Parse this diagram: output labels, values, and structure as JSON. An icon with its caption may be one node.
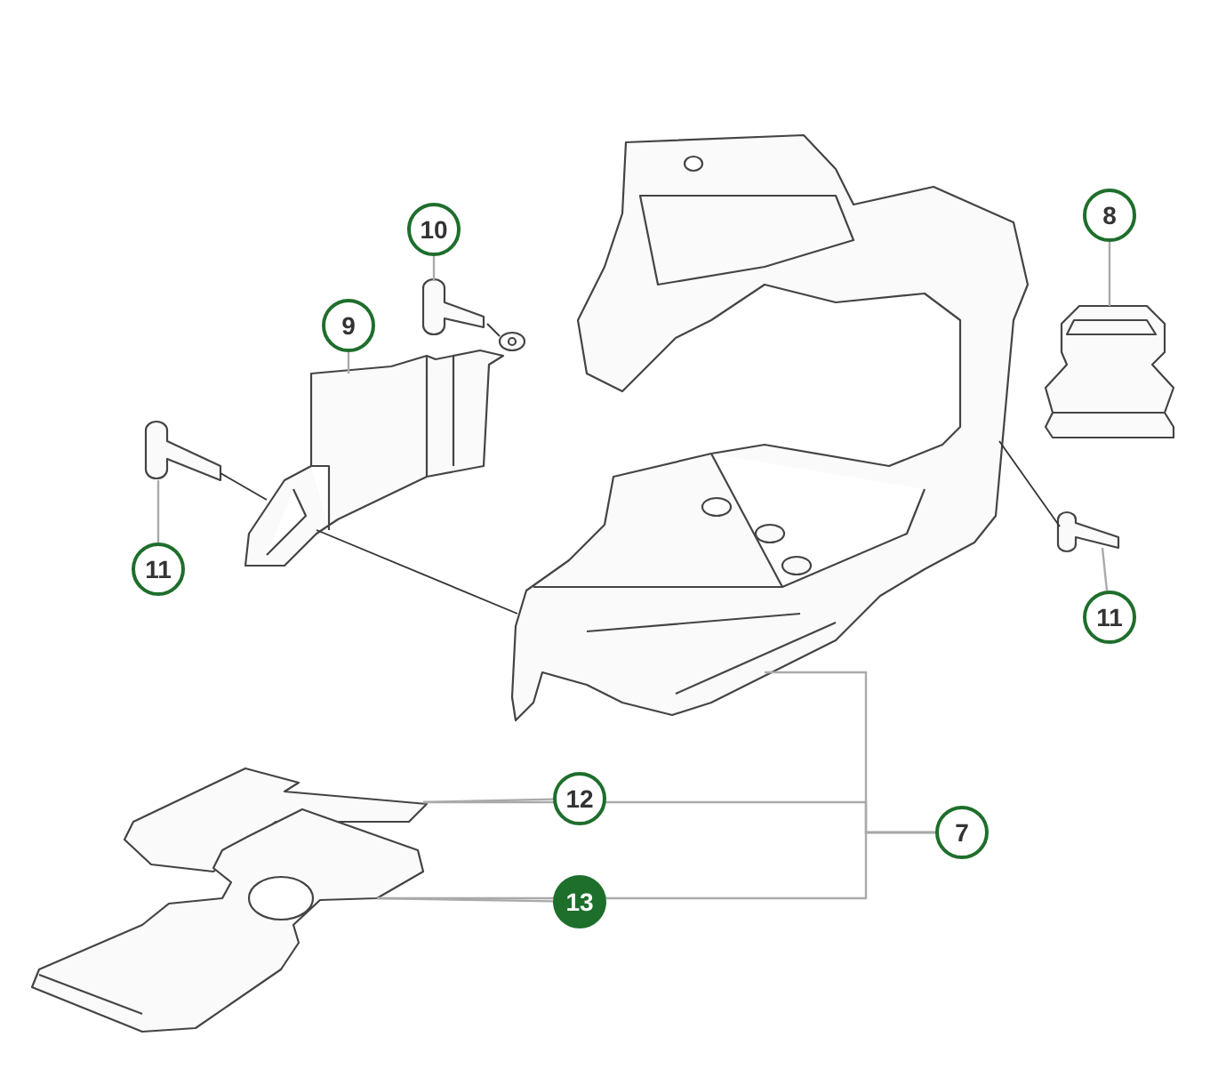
{
  "diagram": {
    "nodes": [
      {
        "text": [
          "10"
        ]
      },
      {
        "text": [
          "8"
        ]
      },
      {
        "text": [
          "9"
        ]
      },
      {
        "text": [
          "11"
        ]
      },
      {
        "text": [
          "11"
        ]
      },
      {
        "text": [
          "12"
        ]
      },
      {
        "text": [
          "7"
        ]
      },
      {
        "text": [
          "13"
        ]
      },
      {
        "text": [],
        "shape": "picture"
      },
      {
        "text": [],
        "shape": "picture"
      },
      {
        "text": [],
        "shape": "picture"
      },
      {
        "text": [],
        "shape": "picture"
      },
      {
        "text": [],
        "shape": "picture"
      },
      {
        "text": [],
        "shape": "picture"
      },
      {
        "text": [],
        "shape": "picture"
      },
      {
        "text": [],
        "shape": "picture"
      }
    ],
    "edges": [
      {
        "from": 0,
        "to": 8,
        "arrow": "none"
      },
      {
        "from": 1,
        "to": 10,
        "arrow": "none"
      },
      {
        "from": 2,
        "to": 9,
        "arrow": "none"
      },
      {
        "from": 3,
        "to": 11,
        "arrow": "none"
      },
      {
        "from": 4,
        "to": 12,
        "arrow": "none"
      },
      {
        "from": 5,
        "to": 14,
        "arrow": "none"
      },
      {
        "from": 7,
        "to": 15,
        "arrow": "none"
      },
      {
        "from": 6,
        "to": 13,
        "arrow": "none"
      },
      {
        "from": 6,
        "to": 14,
        "arrow": "none"
      },
      {
        "from": 6,
        "to": 15,
        "arrow": "none"
      },
      {
        "from": 8,
        "to": 9,
        "arrow": "none",
        "color": "#333333"
      },
      {
        "from": 11,
        "to": 9,
        "arrow": "none",
        "color": "#333333"
      },
      {
        "from": 9,
        "to": 13,
        "arrow": "none",
        "color": "#333333"
      },
      {
        "from": 12,
        "to": 13,
        "arrow": "none",
        "color": "#333333"
      }
    ]
  }
}
